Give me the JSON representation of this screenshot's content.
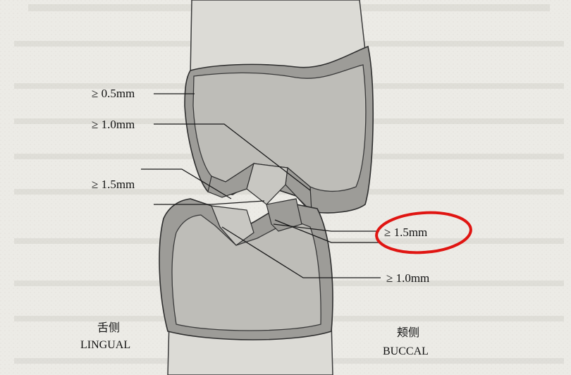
{
  "labels": {
    "l_05mm": "≥ 0.5mm",
    "l_10mm_upper": "≥ 1.0mm",
    "l_15mm_lingual": "≥ 1.5mm",
    "l_15mm_buccal": "≥ 1.5mm",
    "l_10mm_lower": "≥ 1.0mm"
  },
  "sides": {
    "lingual_cn": "舌侧",
    "lingual_en": "LINGUAL",
    "buccal_cn": "颊侧",
    "buccal_en": "BUCCAL"
  },
  "colors": {
    "annotation": "#e01512",
    "crown_outer": "#9d9c98",
    "crown_core": "#bebdb8",
    "root": "#dcdbd6",
    "paper": "#ecebe6"
  }
}
